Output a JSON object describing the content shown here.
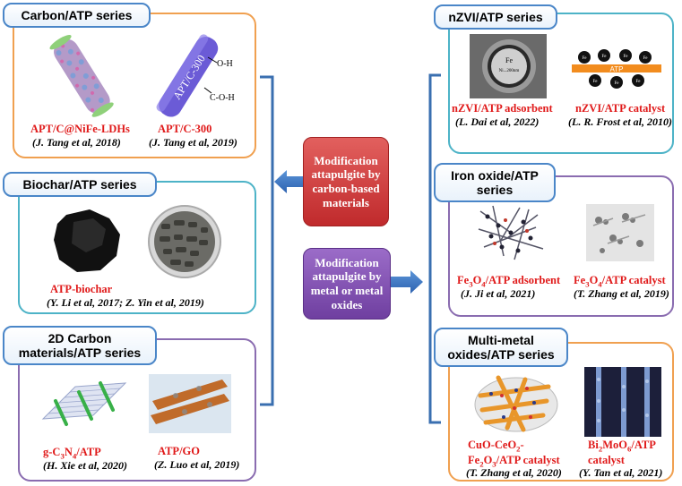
{
  "center": {
    "carbon_box": "Modification attapulgite by carbon-based materials",
    "metal_box": "Modification attapulgite by metal or metal oxides"
  },
  "left": {
    "carbon_atp": {
      "title": "Carbon/ATP series",
      "item1_label": "APT/C@NiFe-LDHs",
      "item1_cite_author": "J. Tang et al, 2018",
      "item2_label": "APT/C-300",
      "item2_cite": "J. Tang et al, 2019",
      "tube_text": "APT/C-300",
      "oh1": "O-H",
      "coh": "C-O-H"
    },
    "biochar_atp": {
      "title": "Biochar/ATP series",
      "item_label": "ATP-biochar",
      "item_cite": "Y. Li et al, 2017; Z. Yin et al, 2019"
    },
    "carbon2d_atp": {
      "title": "2D Carbon materials/ATP series",
      "item1_label_main": "g-C",
      "item1_sub1": "3",
      "item1_mid": "N",
      "item1_sub2": "4",
      "item1_end": "/ATP",
      "item1_cite": "H. Xie et al, 2020",
      "item2_label": "ATP/GO",
      "item2_cite": "Z. Luo et al, 2019"
    }
  },
  "right": {
    "nzvi_atp": {
      "title": "nZVI/ATP series",
      "item1_label": "nZVI/ATP adsorbent",
      "item1_cite": "L. Dai et al, 2022",
      "item2_label": "nZVI/ATP catalyst",
      "item2_cite": "L. R. Frost et al, 2010",
      "bar_text": "ATP",
      "fe_text": "Fe",
      "sem_scale": "Fe",
      "sem_scale_sub": "Ni...200nm"
    },
    "ironoxide_atp": {
      "title": "Iron oxide/ATP series",
      "item1_pre": "Fe",
      "item1_sub1": "3",
      "item1_mid": "O",
      "item1_sub2": "4",
      "item1_post": "/ATP adsorbent",
      "item1_cite": "J. Ji et al, 2021",
      "item2_pre": "Fe",
      "item2_sub1": "3",
      "item2_mid": "O",
      "item2_sub2": "4",
      "item2_post": "/ATP catalyst",
      "item2_cite": "T. Zhang et al, 2019"
    },
    "multimetal_atp": {
      "title": "Multi-metal oxides/ATP series",
      "item1_line1": "CuO-CeO",
      "item1_line1_sub": "2",
      "item1_line1_end": "-",
      "item1_line2_pre": "Fe",
      "item1_line2_sub1": "2",
      "item1_line2_mid": "O",
      "item1_line2_sub2": "3",
      "item1_line2_post": "/ATP catalyst",
      "item1_cite": "T. Zhang et al, 2020",
      "item2_pre": "Bi",
      "item2_sub1": "2",
      "item2_mid": "MoO",
      "item2_sub2": "6",
      "item2_post": "/ATP",
      "item2_line2": "catalyst",
      "item2_cite": "Y. Tan et al, 2021"
    }
  },
  "colors": {
    "orange": "#f0a050",
    "teal": "#4db3c7",
    "purple": "#8a6cb0",
    "red_box": "#d9383a",
    "purple_box": "#8a55b5",
    "arrow_blue": "#3a78c8",
    "label_red": "#e01a1a"
  }
}
